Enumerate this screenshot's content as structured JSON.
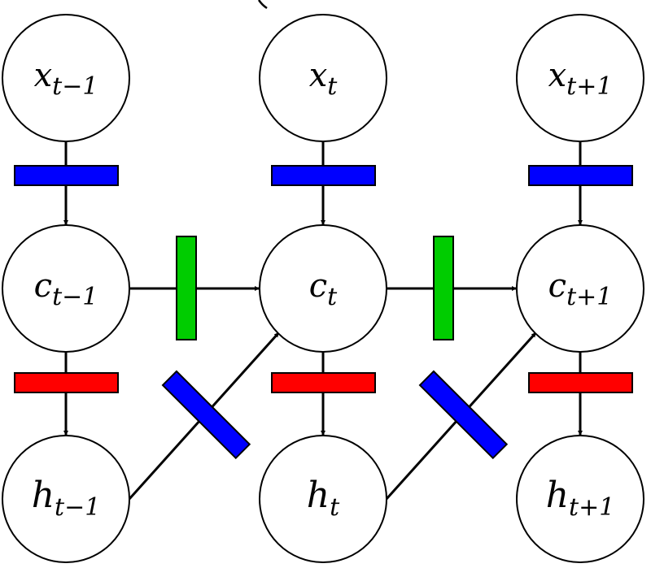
{
  "diagram": {
    "type": "recurrent-network-unrolled",
    "colors": {
      "input_gate": "#0000ff",
      "output_gate": "#ff0000",
      "forget_gate": "#00cc00",
      "hidden_gate": "#0000ff",
      "stroke": "#000000",
      "node_fill": "#ffffff"
    },
    "columns": [
      {
        "x": {
          "base": "x",
          "sub": "t−1"
        },
        "c": {
          "base": "c",
          "sub": "t−1"
        },
        "h": {
          "base": "h",
          "sub": "t−1"
        }
      },
      {
        "x": {
          "base": "x",
          "sub": "t"
        },
        "c": {
          "base": "c",
          "sub": "t"
        },
        "h": {
          "base": "h",
          "sub": "t"
        }
      },
      {
        "x": {
          "base": "x",
          "sub": "t+1"
        },
        "c": {
          "base": "c",
          "sub": "t+1"
        },
        "h": {
          "base": "h",
          "sub": "t+1"
        }
      }
    ],
    "edges": [
      {
        "from": "x_t-1",
        "to": "c_t-1",
        "gate": "input_gate"
      },
      {
        "from": "x_t",
        "to": "c_t",
        "gate": "input_gate"
      },
      {
        "from": "x_t+1",
        "to": "c_t+1",
        "gate": "input_gate"
      },
      {
        "from": "c_t-1",
        "to": "h_t-1",
        "gate": "output_gate"
      },
      {
        "from": "c_t",
        "to": "h_t",
        "gate": "output_gate"
      },
      {
        "from": "c_t+1",
        "to": "h_t+1",
        "gate": "output_gate"
      },
      {
        "from": "c_t-1",
        "to": "c_t",
        "gate": "forget_gate"
      },
      {
        "from": "c_t",
        "to": "c_t+1",
        "gate": "forget_gate"
      },
      {
        "from": "h_t-1",
        "to": "c_t",
        "gate": "hidden_gate"
      },
      {
        "from": "h_t",
        "to": "c_t+1",
        "gate": "hidden_gate"
      }
    ]
  }
}
